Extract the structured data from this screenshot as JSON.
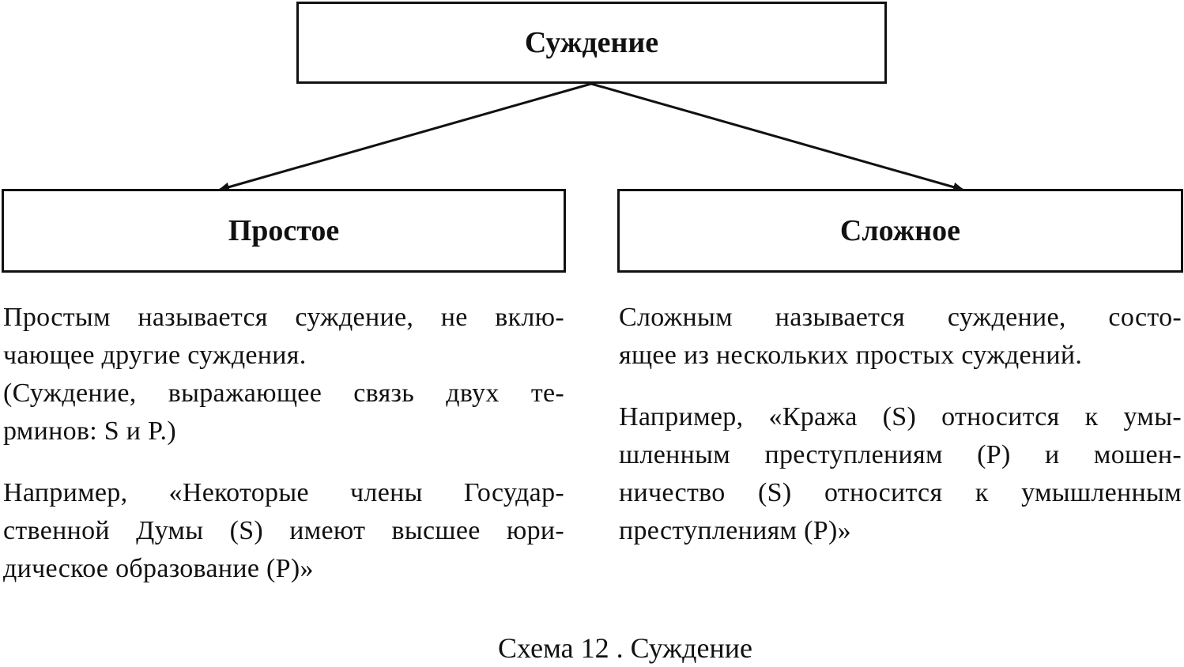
{
  "diagram": {
    "root": {
      "label": "Суждение"
    },
    "children": [
      {
        "label": "Простое",
        "definition_lines": [
          "Простым  называется суждение, не вклю-",
          "чающее другие суждения."
        ],
        "note_lines": [
          "(Суждение, выражающее связь двух те-",
          "рминов: S и P.)"
        ],
        "example_lines": [
          "Например, «Некоторые члены Государ-",
          "ственной Думы (S) имеют  высшее юри-",
          "дическое образование (P)»"
        ]
      },
      {
        "label": "Сложное",
        "definition_lines": [
          "Сложным называется суждение, состо-",
          "ящее из нескольких простых суждений."
        ],
        "example_lines": [
          "Например, «Кража (S) относится к умы-",
          "шленным преступлениям (P) и мошен-",
          "ничество (S) относится к умышленным",
          "преступлениям (P)»"
        ]
      }
    ],
    "caption": "Схема 12 . Суждение"
  }
}
